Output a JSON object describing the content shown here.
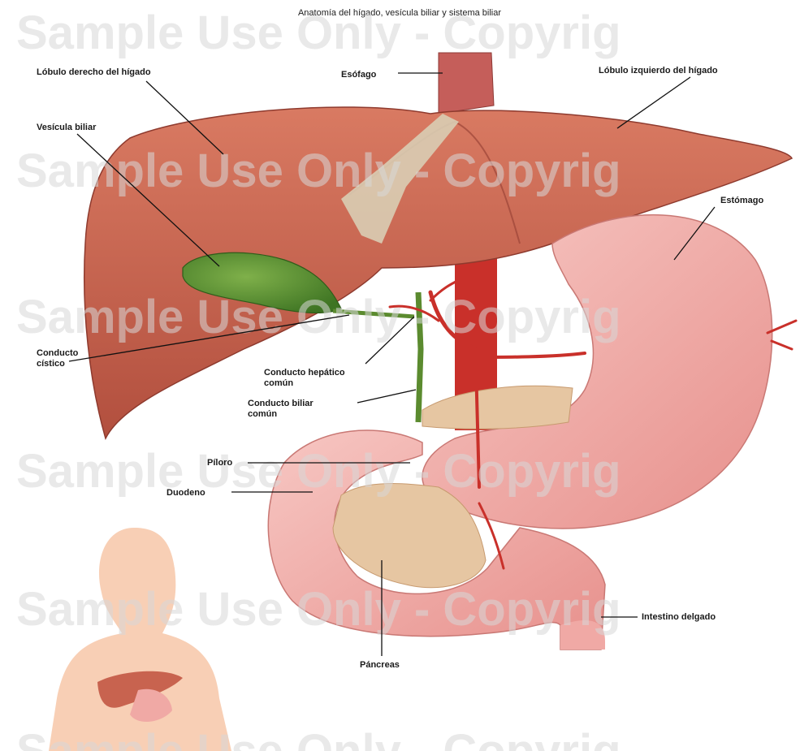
{
  "title": "Anatomía del hígado, vesícula biliar y sistema biliar",
  "watermark": "Sample Use Only - Copyrig",
  "labels": {
    "right_lobe": "Lóbulo derecho del hígado",
    "esophagus": "Esófago",
    "left_lobe": "Lóbulo izquierdo del hígado",
    "gallbladder": "Vesícula biliar",
    "stomach": "Estómago",
    "cystic_duct_1": "Conducto",
    "cystic_duct_2": "cístico",
    "hepatic_duct_1": "Conducto hepático",
    "hepatic_duct_2": "común",
    "bile_duct_1": "Conducto biliar",
    "bile_duct_2": "común",
    "pylorus": "Píloro",
    "duodenum": "Duodeno",
    "small_intestine": "Intestino delgado",
    "pancreas": "Páncreas"
  },
  "colors": {
    "liver": "#c8634f",
    "liver_dark": "#a9473a",
    "gallbladder": "#4f8a2e",
    "stomach": "#f1b0ad",
    "stomach_dark": "#e08d8a",
    "artery": "#c9302a",
    "pancreas": "#e6c6a2",
    "silhouette": "#f8cfb5"
  }
}
